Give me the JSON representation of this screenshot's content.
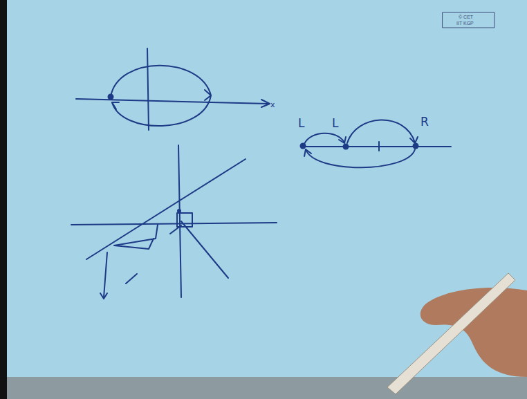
{
  "diagram": {
    "labels": [
      "x",
      "L",
      "L",
      "R",
      "© CET",
      "IIT KGP"
    ]
  }
}
